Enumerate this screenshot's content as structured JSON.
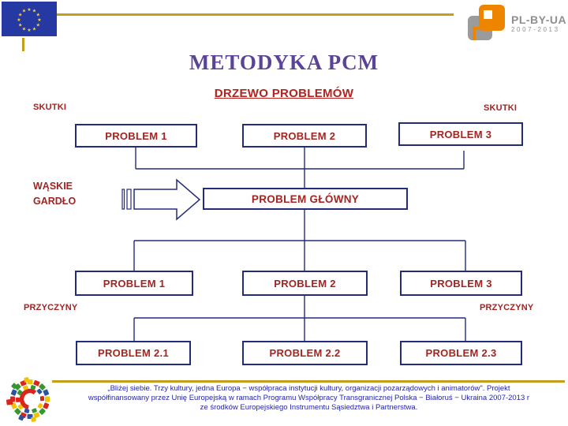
{
  "slide": {
    "title": "METODYKA PCM",
    "subtitle": "DRZEWO PROBLEMÓW"
  },
  "plbyua": {
    "name": "PL-BY-UA",
    "years": "2007-2013"
  },
  "labels": {
    "skutki": "SKUTKI",
    "przyczyny": "PRZYCZYNY",
    "waskie_gardlo": "WĄSKIE GARDŁO"
  },
  "diagram": {
    "effects_row": [
      "PROBLEM 1",
      "PROBLEM 2",
      "PROBLEM 3"
    ],
    "main_problem": "PROBLEM GŁÓWNY",
    "causes_row": [
      "PROBLEM 1",
      "PROBLEM 2",
      "PROBLEM 3"
    ],
    "subcauses_row": [
      "PROBLEM 2.1",
      "PROBLEM 2.2",
      "PROBLEM 2.3"
    ]
  },
  "footer": {
    "lines": [
      "„Bliżej siebie. Trzy kultury, jedna Europa − współpraca instytucji kultury, organizacji pozarządowych i animatorów\". Projekt",
      "współfinansowany przez Unię Europejską w ramach Programu Współpracy Transgranicznej Polska − Białoruś − Ukraina 2007-2013 r",
      "ze środków Europejskiego Instrumentu Sąsiedztwa i Partnerstwa."
    ]
  },
  "icons": {
    "eu_star": "★"
  },
  "colors": {
    "title_purple": "#5b4397",
    "heading_red": "#b2221e",
    "box_text_red": "#a32421",
    "box_border_navy": "#232c7c",
    "gold": "#c49f1d",
    "footer_blue": "#2424a8",
    "eu_blue": "#2639a2",
    "logo_orange": "#ee8500",
    "logo_gray": "#9b9b9b"
  }
}
